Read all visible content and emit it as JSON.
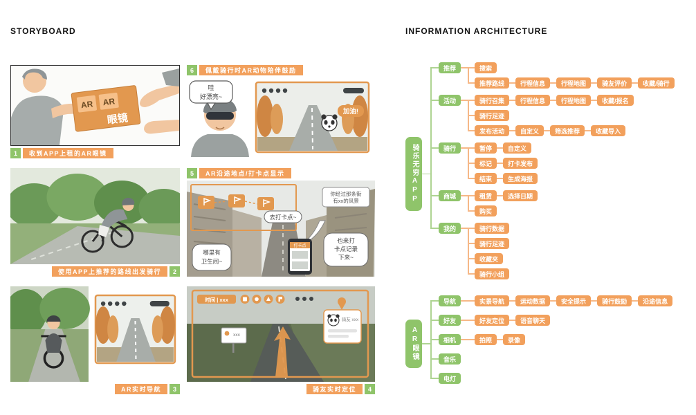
{
  "colors": {
    "green": "#8fc46a",
    "orange": "#f2a05c",
    "green_line": "#aed492",
    "orange_line": "#f6b887"
  },
  "storyboard": {
    "title": "STORYBOARD",
    "panels": [
      {
        "num": "1",
        "caption": "收到APP上租的AR眼镜",
        "box_tile1": "AR",
        "box_tile2": "AR",
        "box_label": "眼镜"
      },
      {
        "num": "2",
        "caption": "使用APP上推荐的路线出发骑行"
      },
      {
        "num": "3",
        "caption": "AR实时导航"
      },
      {
        "num": "4",
        "caption": "骑友实时定位",
        "hud_time": "时间 | xxx",
        "sign_text": "xxx",
        "card_title": "骑友 xxx"
      },
      {
        "num": "5",
        "caption": "AR沿途地点/打卡点显示",
        "info_line1": "你经过那条街",
        "info_line2": "有xx的风景",
        "bubble_go": "去打卡点~",
        "bubble_ask_l1": "哪里有",
        "bubble_ask_l2": "卫生间~",
        "bubble_record_l1": "也来打",
        "bubble_record_l2": "卡点记录",
        "bubble_record_l3": "下来~",
        "phone_header": "打卡点"
      },
      {
        "num": "6",
        "caption": "佩戴骑行时AR动物陪伴鼓励",
        "bubble_l1": "哇",
        "bubble_l2": "好漂亮~",
        "panda_sign": "加油!"
      }
    ]
  },
  "ia": {
    "title": "INFORMATION ARCHITECTURE",
    "app_tree": {
      "root": "骑乐无穷APP",
      "branches": [
        {
          "label": "推荐",
          "rows": [
            [
              "搜索"
            ],
            [
              "推荐路线",
              "行程信息",
              "行程地图",
              "骑友评价",
              "收藏/骑行"
            ]
          ]
        },
        {
          "label": "活动",
          "rows": [
            [
              "骑行召集",
              "行程信息",
              "行程地图",
              "收藏/报名"
            ],
            [
              "骑行足迹"
            ],
            [
              "发布活动",
              "自定义",
              "筛选推荐",
              "收藏导入"
            ]
          ]
        },
        {
          "label": "骑行",
          "rows": [
            [
              "暂停",
              "自定义"
            ],
            [
              "标记",
              "打卡发布"
            ],
            [
              "结束",
              "生成海报"
            ]
          ]
        },
        {
          "label": "商城",
          "rows": [
            [
              "租赁",
              "选择日期"
            ],
            [
              "购买"
            ]
          ]
        },
        {
          "label": "我的",
          "rows": [
            [
              "骑行数据"
            ],
            [
              "骑行足迹"
            ],
            [
              "收藏夹"
            ],
            [
              "骑行小组"
            ]
          ]
        }
      ]
    },
    "glasses_tree": {
      "root": "AR眼镜",
      "branches": [
        {
          "label": "导航",
          "rows": [
            [
              "实景导航",
              "运动数据",
              "安全提示",
              "骑行鼓励",
              "沿途信息"
            ]
          ]
        },
        {
          "label": "好友",
          "rows": [
            [
              "好友定位",
              "语音聊天"
            ]
          ]
        },
        {
          "label": "相机",
          "rows": [
            [
              "拍照",
              "录像"
            ]
          ]
        },
        {
          "label": "音乐",
          "rows": []
        },
        {
          "label": "电灯",
          "rows": []
        }
      ]
    }
  }
}
